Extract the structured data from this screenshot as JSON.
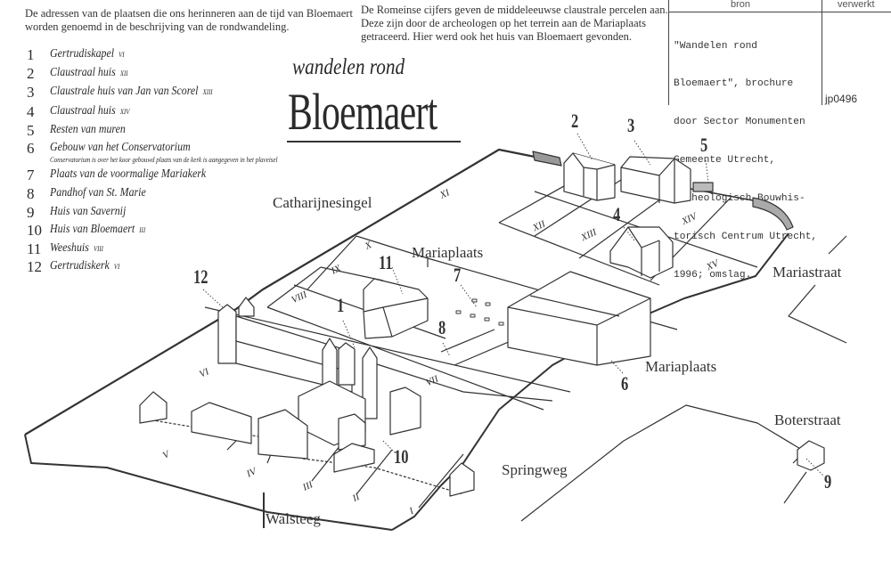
{
  "intro_left": {
    "line1": "De adressen van de plaatsen die ons herinneren aan de tijd van Bloemaert",
    "line2": "worden genoemd in de beschrijving van de rondwandeling."
  },
  "intro_right": {
    "line1": "De Romeinse cijfers geven de middeleeuwse claustrale percelen aan.",
    "line2": "Deze zijn door de archeologen op het terrein  aan de Mariaplaats",
    "line3": "getraceerd. Hier werd ook het huis van Bloemaert gevonden."
  },
  "title": {
    "subtitle": "wandelen rond",
    "main": "Bloemaert"
  },
  "source_box": {
    "col1_header": "bron",
    "col2_header": "verwerkt",
    "lines": [
      "\"Wandelen rond",
      "Bloemaert\", brochure",
      "door Sector Monumenten",
      "Gemeente Utrecht,",
      "Archeologisch Bouwhis-",
      "torisch Centrum Utrecht,",
      "1996; omslag."
    ],
    "code": "jp0496"
  },
  "legend": [
    {
      "num": "1",
      "label": "Gertrudiskapel",
      "roman": "VI"
    },
    {
      "num": "2",
      "label": "Claustraal huis",
      "roman": "XII"
    },
    {
      "num": "3",
      "label": "Claustrale huis van Jan van Scorel",
      "roman": "XIII"
    },
    {
      "num": "4",
      "label": "Claustraal huis",
      "roman": "XIV"
    },
    {
      "num": "5",
      "label": "Resten van muren",
      "roman": ""
    },
    {
      "num": "6",
      "label": "Gebouw van het Conservatorium",
      "roman": "",
      "note": "Conservatorium is over het koor gebouwd  plaats van de kerk is aangegeven in het plaveisel"
    },
    {
      "num": "7",
      "label": "Plaats van de voormalige Mariakerk",
      "roman": ""
    },
    {
      "num": "8",
      "label": "Pandhof van St. Marie",
      "roman": ""
    },
    {
      "num": "9",
      "label": "Huis van Savernij",
      "roman": ""
    },
    {
      "num": "10",
      "label": "Huis van Bloemaert",
      "roman": "III"
    },
    {
      "num": "11",
      "label": "Weeshuis",
      "roman": "VIII"
    },
    {
      "num": "12",
      "label": "Gertrudiskerk",
      "roman": "VI"
    }
  ],
  "streets": {
    "catharijnesingel": "Catharijnesingel",
    "mariaplaats_top": "Mariaplaats",
    "mariaplaats_bottom": "Mariaplaats",
    "mariastraat": "Mariastraat",
    "boterstraat": "Boterstraat",
    "springweg": "Springweg",
    "walsteeg": "Walsteeg"
  },
  "map_markers": [
    "1",
    "2",
    "3",
    "4",
    "5",
    "6",
    "7",
    "8",
    "9",
    "10",
    "11",
    "12"
  ],
  "parcels": [
    "I",
    "II",
    "III",
    "IV",
    "V",
    "VI",
    "VII",
    "VIII",
    "IX",
    "X",
    "XI",
    "XII",
    "XIII",
    "XIV",
    "XV"
  ]
}
